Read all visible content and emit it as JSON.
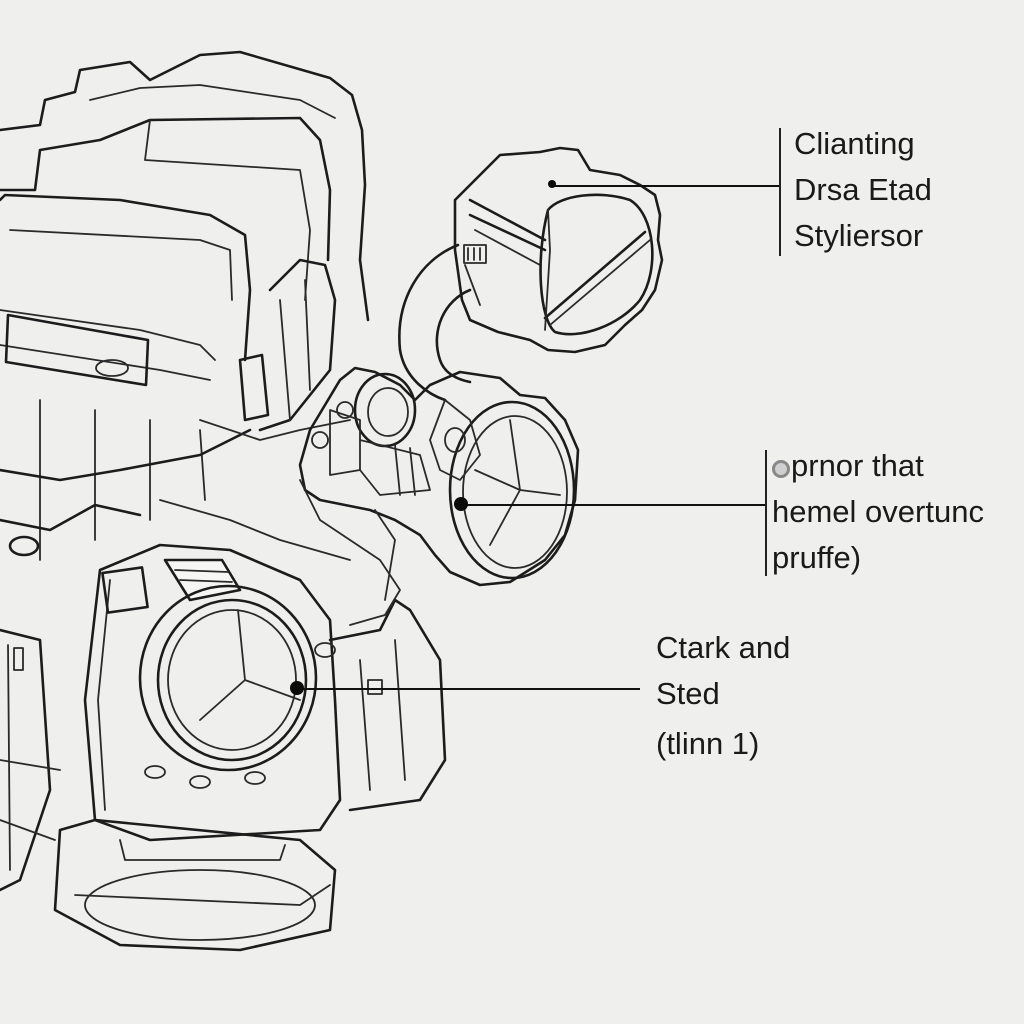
{
  "callouts": {
    "top": {
      "lines": [
        "Clianting",
        "Drsa Etad",
        "Styliersor"
      ]
    },
    "middle": {
      "icon": "ring-icon",
      "lines": [
        "prnor that",
        "hemel overtunc",
        "pruffe)"
      ]
    },
    "bottom": {
      "lines": [
        "Ctark and",
        "Sted",
        "(tlinn 1)"
      ]
    }
  }
}
